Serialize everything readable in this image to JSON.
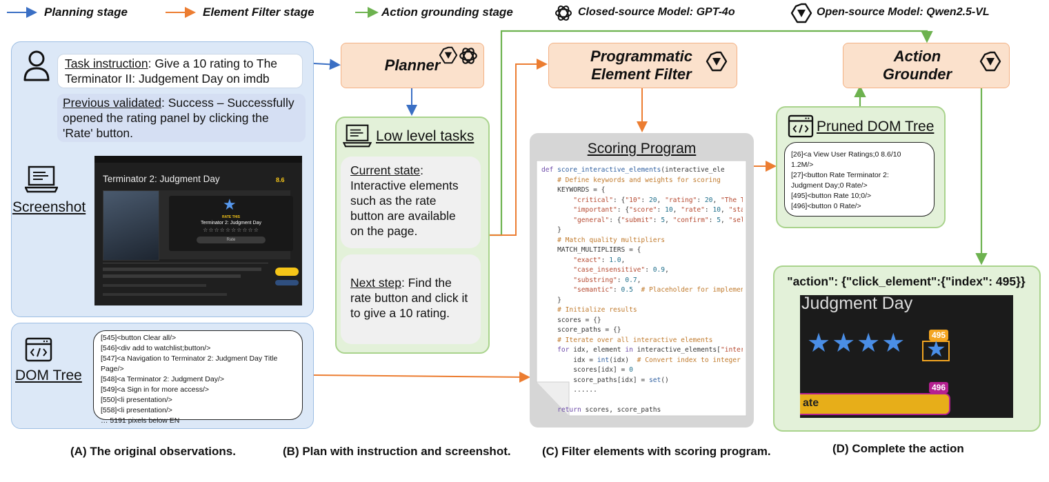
{
  "legend": {
    "planning": "Planning stage",
    "filter": "Element Filter stage",
    "grounding": "Action grounding stage",
    "closed_model": "Closed-source Model: GPT-4o",
    "open_model": "Open-source Model: Qwen2.5-VL",
    "colors": {
      "planning": "#3a6fc4",
      "filter": "#ec7d31",
      "grounding": "#6db24f"
    }
  },
  "panel_a": {
    "task_label": "Task instruction",
    "task_text": ": Give a 10 rating to The Terminator II: Judgement Day on imdb",
    "prev_label": "Previous validated",
    "prev_text": ": Success – Successfully opened the rating panel by clicking the 'Rate' button.",
    "screenshot_label": "Screenshot",
    "screenshot_mock": {
      "title": "Terminator 2: Judgment Day",
      "rate_caption": "RATE THIS",
      "rate_title": "Terminator 2: Judgment Day",
      "rate_button": "Rate",
      "rating": "8.6"
    },
    "dom_label": "DOM Tree",
    "dom_lines": [
      "[545]<button Clear all/>",
      "[546]<div add to watchlist;button/>",
      "[547]<a Navigation to Terminator 2: Judgment Day Title",
      "Page/>",
      "[548]<a Terminator 2: Judgment Day/>",
      "[549]<a Sign in for more access/>",
      "[550]<li presentation/>",
      "[558]<li presentation/>",
      "… 5191 pixels below EN"
    ]
  },
  "panel_b": {
    "planner": "Planner",
    "low_level": "Low level tasks",
    "current_label": "Current state",
    "current_text": ": Interactive elements such as the rate button are available on the page.",
    "next_label": "Next step",
    "next_text": ": Find the rate button and click it to give a 10 rating."
  },
  "panel_c": {
    "filter_title_1": "Programmatic",
    "filter_title_2": "Element Filter",
    "scoring_title": "Scoring Program"
  },
  "panel_d": {
    "grounder_1": "Action",
    "grounder_2": "Grounder",
    "pruned_title": "Pruned DOM Tree",
    "pruned_lines": [
      "[26]<a View User Ratings;0 8.6/10",
      "1.2M/>",
      "[27]<button Rate Terminator 2:",
      "Judgment Day;0 Rate/>",
      "[495]<button Rate 10;0/>",
      "[496]<button 0 Rate/>"
    ],
    "action_text": "\"action\": {\"click_element\":{\"index\": 495}}",
    "crop_title": "Judgment Day",
    "badge_495": "495",
    "badge_496": "496",
    "bar_text": "ate"
  },
  "captions": {
    "a": "(A) The original observations.",
    "b": "(B) Plan with instruction and screenshot.",
    "c": "(C) Filter elements with scoring program.",
    "d": "(D) Complete the action"
  }
}
